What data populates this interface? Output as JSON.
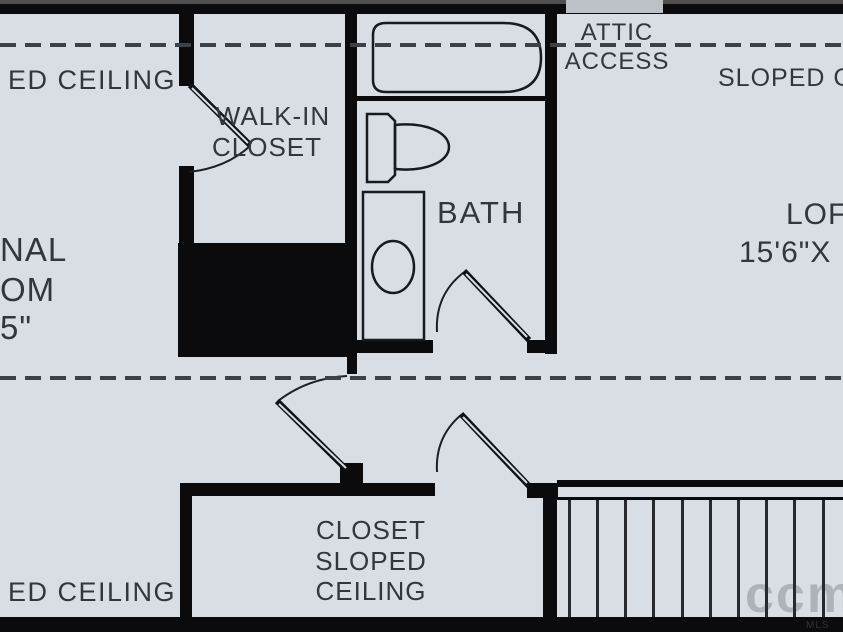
{
  "labels": {
    "sloped_ceiling_top_left": "ED CEILING",
    "walk_in_line1": "WALK-IN",
    "walk_in_line2": "CLOSET",
    "attic_line1": "ATTIC",
    "attic_line2": "ACCESS",
    "sloped_ceiling_top_right": "SLOPED C",
    "bath": "BATH",
    "loft_name": "LOF",
    "loft_dimension": "15'6\"X",
    "room_fragment_line1": "NAL",
    "room_fragment_line2": "OM",
    "room_fragment_line3": "5\"",
    "closet_line1": "CLOSET",
    "closet_line2": "SLOPED",
    "closet_line3": "CEILING",
    "sloped_ceiling_bottom_left": "ED CEILING",
    "watermark": "ccm",
    "watermark_sub": "MLS"
  },
  "colors": {
    "room_fill": "#d8dee4",
    "wall": "#0b0b0d",
    "text": "#33373d",
    "dashed_ceiling_line": "#3c4147",
    "attic_hatch": "#bcc1c6",
    "top_strip": "#4f4f4f",
    "watermark": "#ffffff"
  }
}
